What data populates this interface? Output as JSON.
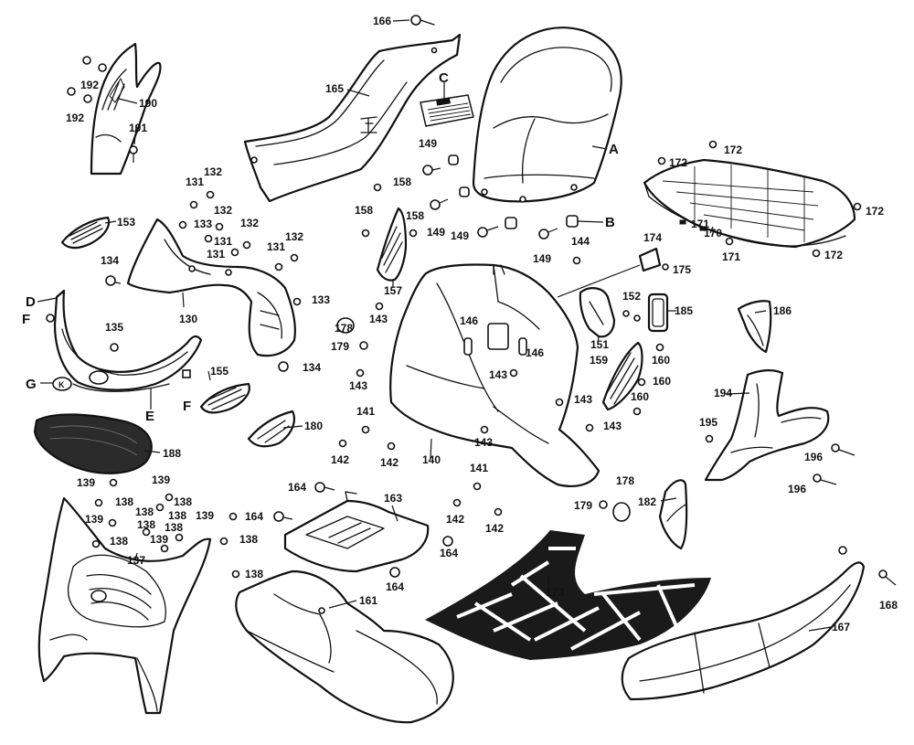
{
  "diagram": {
    "callouts": [
      "166",
      "165",
      "C",
      "A",
      "B",
      "149",
      "158",
      "157",
      "190",
      "191",
      "192",
      "131",
      "132",
      "133",
      "130",
      "153",
      "134",
      "135",
      "D",
      "F",
      "G",
      "E",
      "155",
      "188",
      "139",
      "138",
      "137",
      "164",
      "163",
      "161",
      "141",
      "142",
      "140",
      "143",
      "146",
      "178",
      "179",
      "173",
      "167",
      "168",
      "182",
      "174",
      "175",
      "144",
      "151",
      "152",
      "185",
      "186",
      "159",
      "160",
      "170",
      "171",
      "172",
      "194",
      "195",
      "196",
      "180"
    ]
  }
}
